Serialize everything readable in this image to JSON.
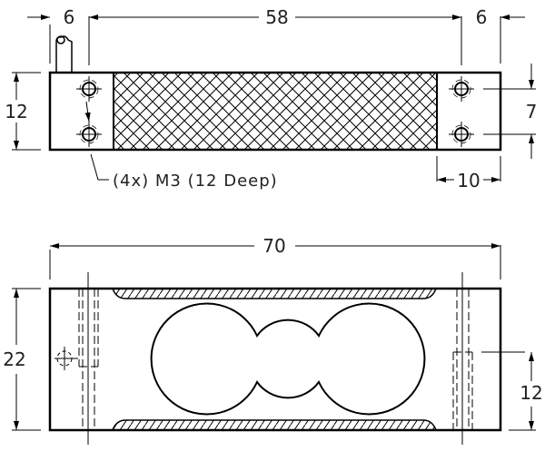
{
  "drawing": {
    "top_view": {
      "dimensions": {
        "left_cap_width": "6",
        "center_length": "58",
        "right_cap_width": "6",
        "height": "12",
        "hole_spacing": "7",
        "hole_offset": "10"
      },
      "hole_note": "(4x) M3 (12 Deep)"
    },
    "side_view": {
      "dimensions": {
        "overall_length": "70",
        "overall_height": "22",
        "hole_depth": "12"
      }
    },
    "colors": {
      "line": "#000000",
      "text": "#222222",
      "background": "#ffffff"
    }
  }
}
